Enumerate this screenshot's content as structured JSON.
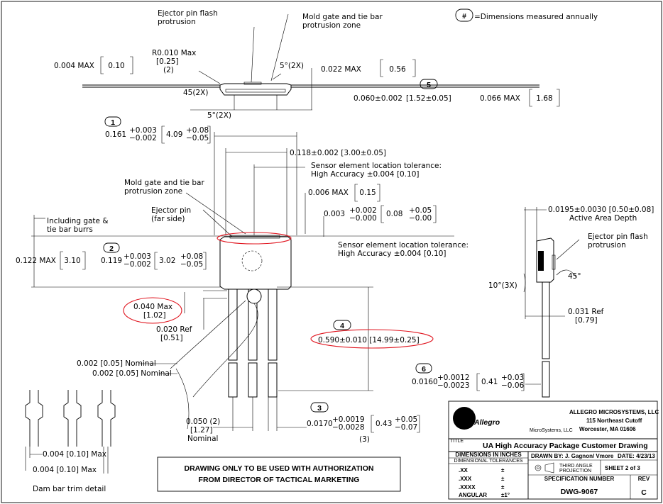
{
  "legend": {
    "symbol": "#",
    "text": "=Dimensions measured annually"
  },
  "top_view": {
    "ejector_flash": [
      "Ejector pin flash",
      "protrusion"
    ],
    "mold_gate": [
      "Mold gate and tie bar",
      "protrusion zone"
    ],
    "radius": [
      "R0.010 Max",
      "[0.25]",
      "(2)"
    ],
    "thickness_max": "0.004 MAX",
    "thickness_max_mm": "0.10",
    "angle_top": "5°(2X)",
    "angle_left": "45(2X)",
    "angle_bottom": "5°(2X)",
    "flash_max": "0.022 MAX",
    "flash_max_mm": "0.56",
    "d5_num": "5",
    "d5": "0.060±0.002",
    "d5_mm": "[1.52±0.05]",
    "body_max": "0.066 MAX",
    "body_max_mm": "1.68"
  },
  "front_view": {
    "d1_num": "1",
    "d1_base": "0.161",
    "d1_plus": "+0.003",
    "d1_minus": "−0.002",
    "d1_mm_base": "4.09",
    "d1_mm_plus": "+0.08",
    "d1_mm_minus": "−0.05",
    "width_dim": "0.118±0.002 [3.00±0.05]",
    "sensor_tol_1": [
      "Sensor element location tolerance:",
      "High Accuracy ±0.004 [0.10]"
    ],
    "mold_gate": [
      "Mold gate and tie bar",
      "protrusion zone"
    ],
    "d006": "0.006 MAX",
    "d006_mm": "0.15",
    "d003_base": "0.003",
    "d003_plus": "+0.002",
    "d003_minus": "−0.000",
    "d003_mm_base": "0.08",
    "d003_mm_plus": "+0.05",
    "d003_mm_minus": "−0.00",
    "including_gate": [
      "Including gate &",
      "tie bar burrs"
    ],
    "ejector_pin": [
      "Ejector pin",
      "(far side)"
    ],
    "sensor_tol_2": [
      "Sensor element location tolerance:",
      "High Accuracy ±0.004 [0.10]"
    ],
    "d2_num": "2",
    "d2_base": "0.119",
    "d2_plus": "+0.003",
    "d2_minus": "−0.002",
    "d2_mm_base": "3.02",
    "d2_mm_plus": "+0.08",
    "d2_mm_minus": "−0.05",
    "height_max": "0.122 MAX",
    "height_max_mm": "3.10",
    "d040": [
      "0.040 Max",
      "[1.02]"
    ],
    "d020": [
      "0.020 Ref",
      "[0.51]"
    ],
    "d4_num": "4",
    "d4": "0.590±0.010 [14.99±0.25]",
    "nominal_1": "0.002 [0.05] Nominal",
    "nominal_2": "0.002 [0.05] Nominal",
    "pitch": [
      "0.050 (2)",
      "[1.27]",
      "Nominal"
    ],
    "d3_num": "3",
    "d3_base": "0.0170",
    "d3_plus": "+0.0019",
    "d3_minus": "−0.0028",
    "d3_mm_base": "0.43",
    "d3_mm_plus": "+0.05",
    "d3_mm_minus": "−0.07",
    "d3_count": "(3)"
  },
  "side_view": {
    "active_area": [
      "0.0195±0.0030 [0.50±0.08]",
      "Active Area Depth"
    ],
    "ejector_flash": [
      "Ejector pin flash",
      "protrusion"
    ],
    "angle_45": "45°",
    "angle_10": "10°(3X)",
    "d031": [
      "0.031 Ref",
      "[0.79]"
    ],
    "d6_num": "6",
    "d6_base": "0.0160",
    "d6_plus": "+0.0012",
    "d6_minus": "−0.0023",
    "d6_mm_base": "0.41",
    "d6_mm_plus": "+0.03",
    "d6_mm_minus": "−0.06"
  },
  "dam_bar": {
    "dim_1": "0.004 [0.10] Max",
    "dim_2": "0.004 [0.10] Max",
    "caption": "Dam bar trim detail"
  },
  "notice": [
    "DRAWING ONLY TO BE USED WITH AUTHORIZATION",
    "FROM DIRECTOR OF TACTICAL MARKETING"
  ],
  "title_block": {
    "logo": "Allegro",
    "logo_sub": "MicroSystems, LLC",
    "company": "ALLEGRO MICROSYSTEMS, LLC",
    "address_1": "115 Northeast Cutoff",
    "address_2": "Worcester, MA 01606",
    "title_label": "TITLE",
    "title": "UA High Accuracy Package Customer Drawing",
    "dims_label": "DIMENSIONS IN INCHES",
    "tol_label": "DIMENSIONAL TOLERANCES",
    "tol_rows": [
      {
        "k": ".XX",
        "v": "±"
      },
      {
        "k": ".XXX",
        "v": "±"
      },
      {
        "k": ".XXXX",
        "v": "±"
      },
      {
        "k": "ANGULAR",
        "v": "±1°"
      }
    ],
    "drawn_by": "DRAWN BY: J. Gagnon/ Vmore",
    "date": "DATE: 4/23/13",
    "projection": [
      "THIRD ANGLE",
      "PROJECTION"
    ],
    "sheet": "SHEET 2 of 3",
    "spec_label": "SPECIFICATION NUMBER",
    "spec": "DWG-9067",
    "rev_label": "REV",
    "rev": "C"
  }
}
